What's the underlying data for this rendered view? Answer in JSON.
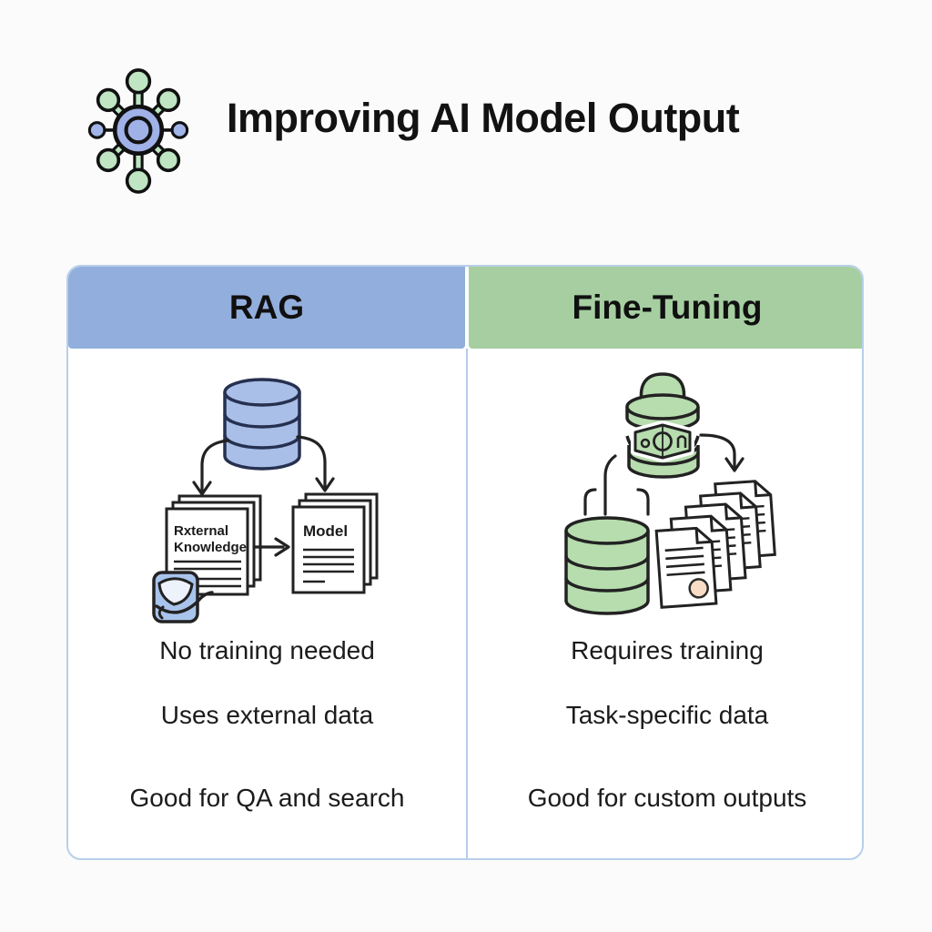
{
  "header": {
    "title": "Improving AI Model Output",
    "logo_icon": "network-hub-icon"
  },
  "table": {
    "columns": [
      {
        "id": "rag",
        "header": {
          "label": "RAG",
          "bg": "#92AEDC"
        },
        "illustration": {
          "icons": [
            "database-icon",
            "document-stack-icon",
            "arrow-down-icon",
            "arrow-right-icon",
            "search-badge-icon"
          ],
          "doc_left_label_line1": "Rxternal",
          "doc_left_label_line2": "Knowledge",
          "doc_right_label": "Model"
        },
        "features": [
          "No training needed",
          "Uses external data",
          "Good for QA and search"
        ]
      },
      {
        "id": "fine_tuning",
        "header": {
          "label": "Fine-Tuning",
          "bg": "#A6CEA1"
        },
        "illustration": {
          "icons": [
            "training-jar-icon",
            "money-icon",
            "database-icon",
            "document-cascade-icon",
            "arrow-curved-icon"
          ]
        },
        "features": [
          "Requires training",
          "Task-specific data",
          "Good for custom outputs"
        ]
      }
    ]
  },
  "colors": {
    "background": "#FBFBFB",
    "header_blue": "#92AEDC",
    "header_green": "#A6CEA1",
    "table_border": "#B7CFE9",
    "database_blue": "#A9BFE8",
    "fill_green": "#B7DCAE",
    "hub_center_blue": "#9FB1E6",
    "hub_node_green": "#BFE5C2",
    "hub_node_blue": "#A2B5E8",
    "badge_blue": "#A9C4EC",
    "seal_peach": "#F8DCC6",
    "text_dark": "#1B1B1B"
  }
}
